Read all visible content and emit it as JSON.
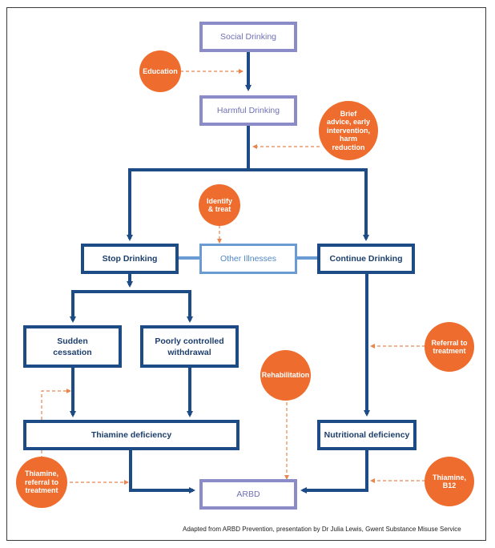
{
  "nodes": {
    "social_drinking": "Social Drinking",
    "harmful_drinking": "Harmful Drinking",
    "stop_drinking": "Stop Drinking",
    "other_illnesses": "Other Illnesses",
    "continue_drinking": "Continue Drinking",
    "sudden_cessation": "Sudden\ncessation",
    "poorly_controlled_withdrawal": "Poorly controlled\nwithdrawal",
    "thiamine_deficiency": "Thiamine deficiency",
    "nutritional_deficiency": "Nutritional deficiency",
    "arbd": "ARBD"
  },
  "interventions": {
    "education": "Education",
    "brief_advice": "Brief\nadvice, early\nintervention,\nharm\nreduction",
    "identify_treat": "Identify\n& treat",
    "rehabilitation": "Rehabilitation",
    "referral_to_treatment": "Referral to\ntreatment",
    "thiamine_referral": "Thiamine,\nreferral to\ntreatment",
    "thiamine_b12": "Thiamine,\nB12"
  },
  "footer": "Adapted from ARBD Prevention, presentation by Dr Julia Lewis, Gwent Substance Misuse Service",
  "colors": {
    "flow_blue": "#1c4b86",
    "lavender": "#8b8cc7",
    "light_blue": "#6a9bd2",
    "orange": "#ee6c2d"
  }
}
